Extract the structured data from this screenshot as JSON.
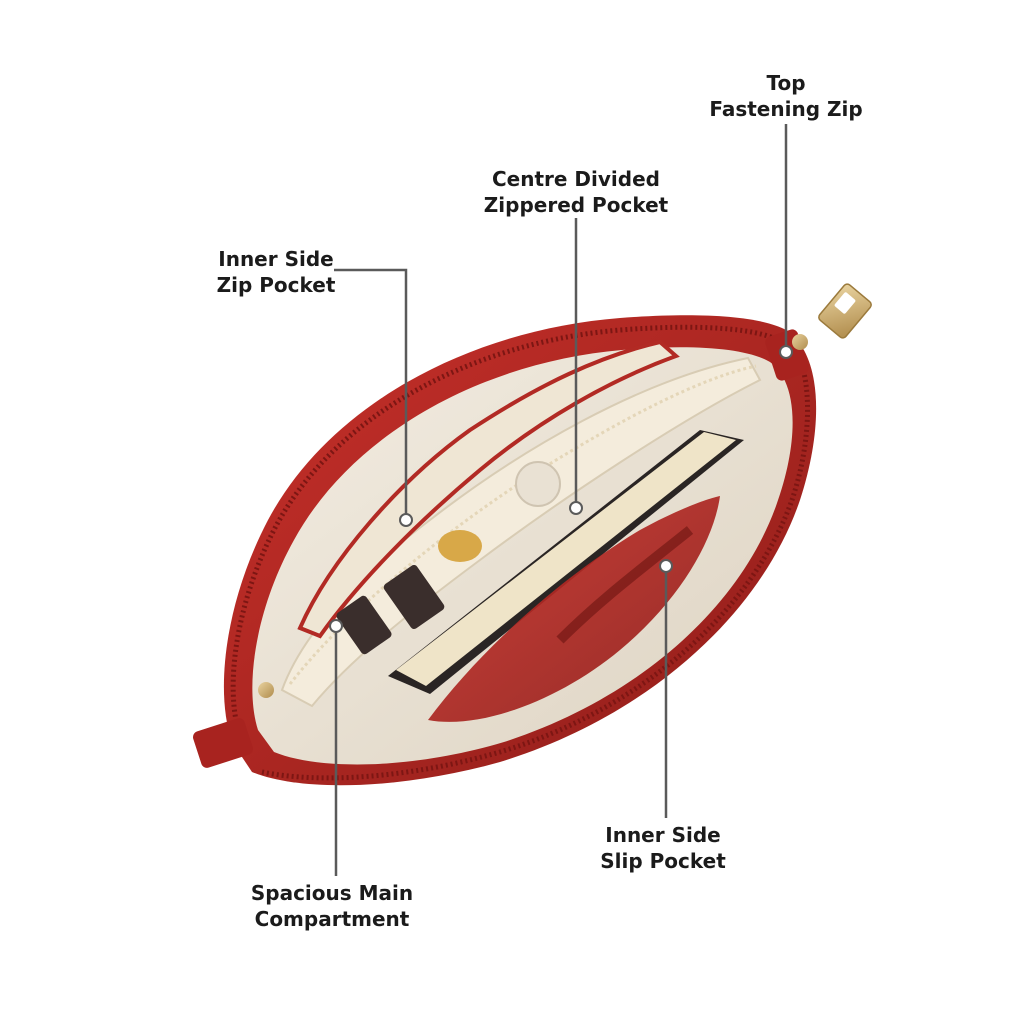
{
  "callouts": {
    "top_zip": {
      "line1": "Top",
      "line2": "Fastening Zip"
    },
    "centre_pocket": {
      "line1": "Centre Divided",
      "line2": "Zippered Pocket"
    },
    "inner_zip_pocket": {
      "line1": "Inner Side",
      "line2": "Zip Pocket"
    },
    "slip_pocket": {
      "line1": "Inner Side",
      "line2": "Slip Pocket"
    },
    "main_compartment": {
      "line1": "Spacious Main",
      "line2": "Compartment"
    }
  },
  "colors": {
    "bag_red": "#a8231f",
    "lining_cream": "#ece4d6",
    "leader_line": "#5a5a5a",
    "hardware_gold": "#c9a86a",
    "label_text": "#1b1b1b"
  }
}
